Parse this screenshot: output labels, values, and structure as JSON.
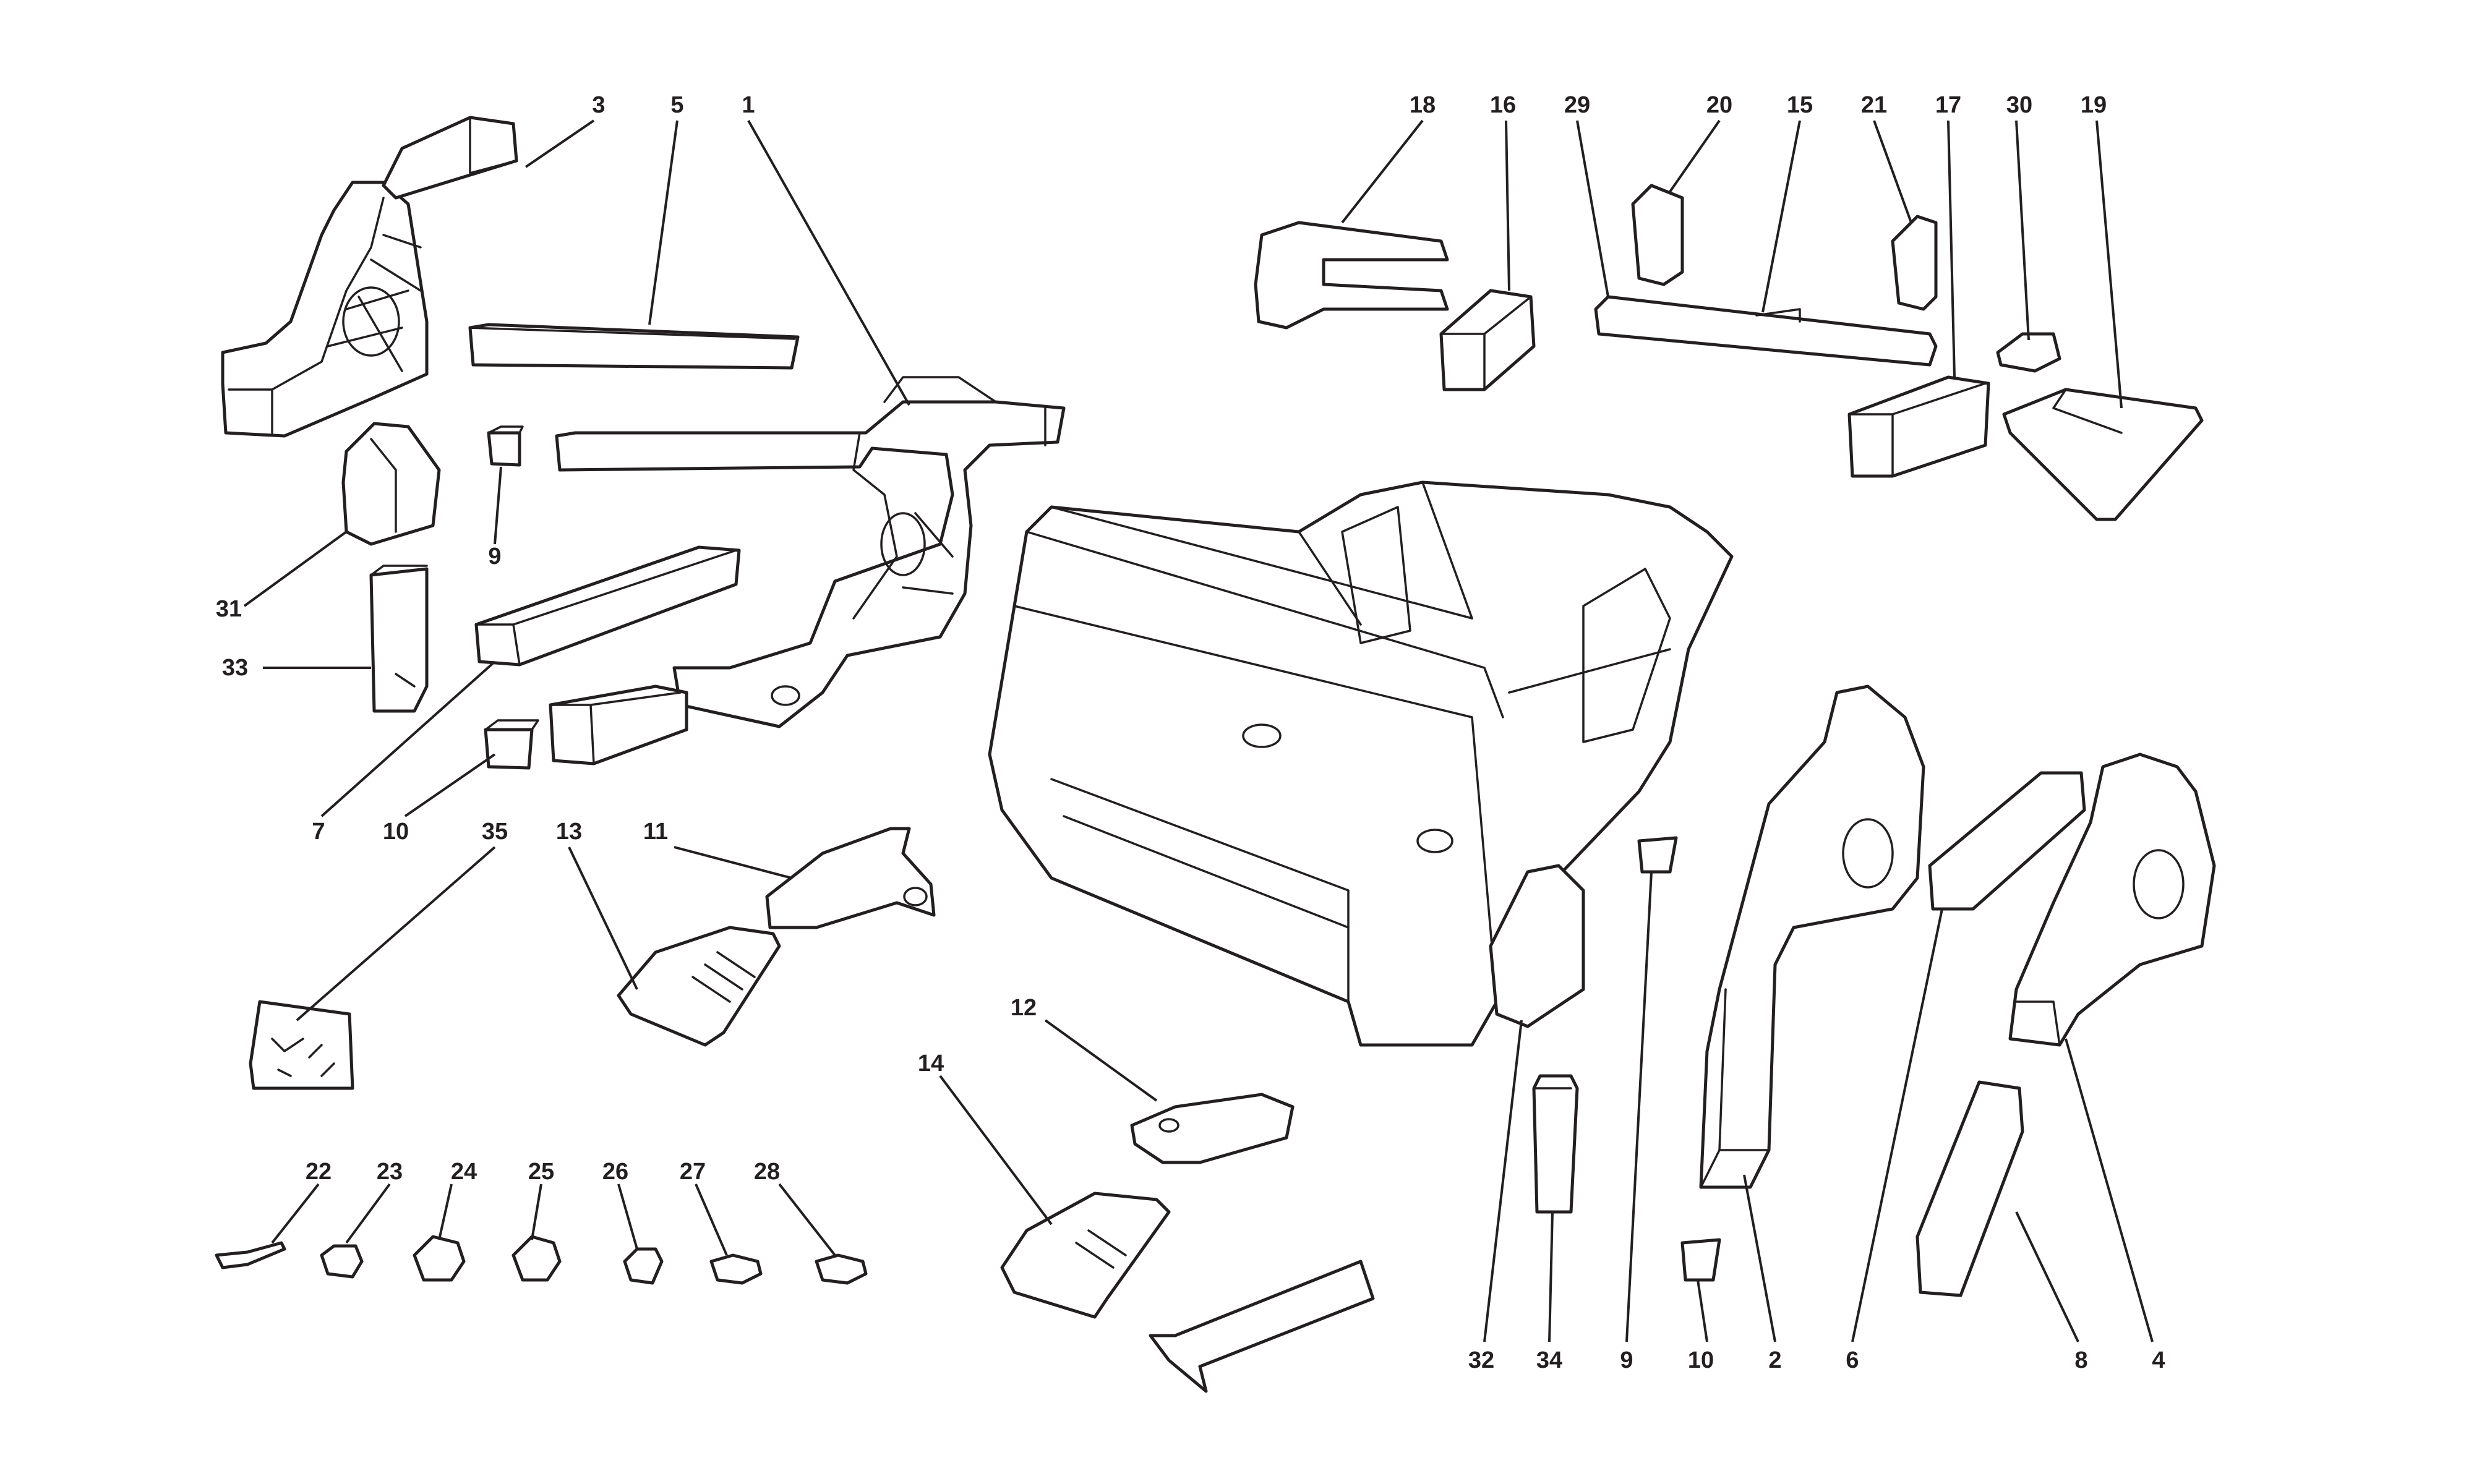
{
  "diagram": {
    "line_color": "#231f20",
    "background": "#ffffff",
    "callouts": {
      "c1": "1",
      "c2": "2",
      "c3": "3",
      "c4": "4",
      "c5": "5",
      "c6": "6",
      "c7": "7",
      "c8": "8",
      "c9a": "9",
      "c9b": "9",
      "c10a": "10",
      "c10b": "10",
      "c11": "11",
      "c12": "12",
      "c13": "13",
      "c14": "14",
      "c15": "15",
      "c16": "16",
      "c17": "17",
      "c18": "18",
      "c19": "19",
      "c20": "20",
      "c21": "21",
      "c22": "22",
      "c23": "23",
      "c24": "24",
      "c25": "25",
      "c26": "26",
      "c27": "27",
      "c28": "28",
      "c29": "29",
      "c30": "30",
      "c31": "31",
      "c32": "32",
      "c33": "33",
      "c34": "34",
      "c35": "35"
    },
    "parts": [
      "left-front-frame",
      "upper-side-member",
      "short-spacer",
      "side-member",
      "lower-rail",
      "lower-spacer",
      "bracket-front",
      "bracket-rear",
      "cover-left",
      "cover-right",
      "sleeve",
      "bag-of-fasteners",
      "main-chassis-frame",
      "cross-member",
      "side-box",
      "right-frame-left",
      "right-frame-right",
      "rail-left",
      "rail-right",
      "pillar",
      "pillar-block",
      "orientation-arrow",
      "fasteners"
    ]
  }
}
